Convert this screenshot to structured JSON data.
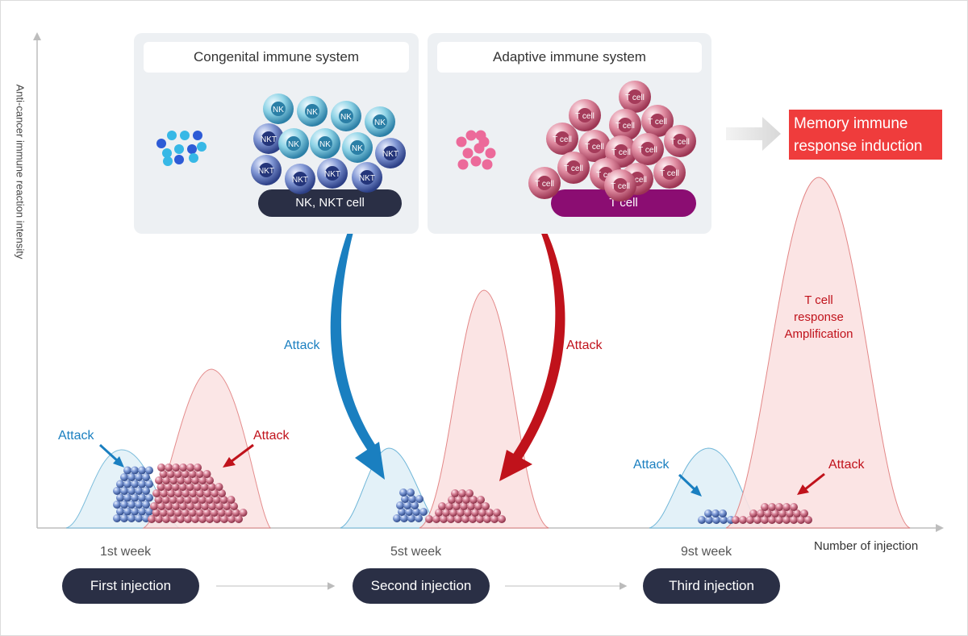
{
  "axes": {
    "y_label": "Anti-cancer immune reaction intensity",
    "x_label": "Number of injection"
  },
  "panels": {
    "congenital": {
      "title": "Congenital immune system",
      "cell_label": "NK, NKT cell",
      "cell_badges": [
        "NK",
        "NKT"
      ]
    },
    "adaptive": {
      "title": "Adaptive immune system",
      "cell_label": "T cell",
      "cell_badge": "T cell"
    }
  },
  "memory": {
    "line1": "Memory immune",
    "line2": "response induction"
  },
  "attack_labels": {
    "blue": "Attack",
    "red": "Attack"
  },
  "amplification": {
    "line1": "T cell",
    "line2": "response",
    "line3": "Amplification"
  },
  "timeline": [
    {
      "week": "1st week",
      "injection": "First injection"
    },
    {
      "week": "5st week",
      "injection": "Second injection"
    },
    {
      "week": "9st week",
      "injection": "Third injection"
    }
  ],
  "colors": {
    "blue": "#1a7fc0",
    "red": "#c0121b",
    "dark_pill": "#2a2f45",
    "purple_pill": "#8b0d72",
    "memory_box": "#ef3c3c"
  }
}
